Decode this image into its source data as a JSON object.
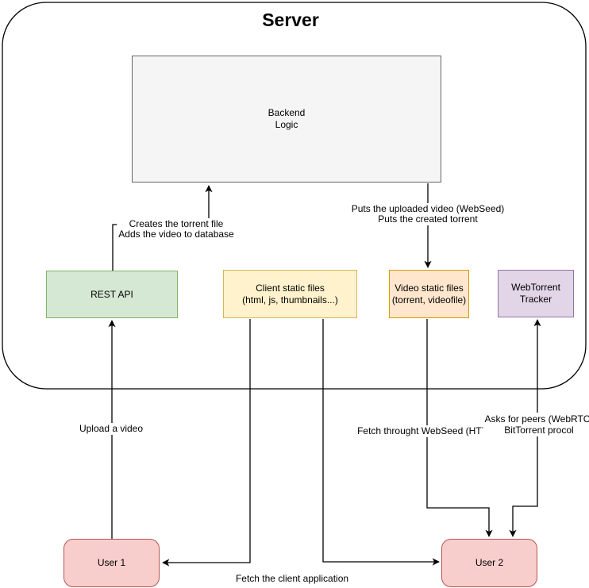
{
  "title": "Server",
  "nodes": {
    "backend": {
      "lines": [
        "Backend",
        "Logic"
      ]
    },
    "rest_api": {
      "lines": [
        "REST API"
      ]
    },
    "client_static": {
      "lines": [
        "Client static files",
        "(html, js, thumbnails...)"
      ]
    },
    "video_static": {
      "lines": [
        "Video static files",
        "(torrent, videofile)"
      ]
    },
    "webtorrent_tracker": {
      "lines": [
        "WebTorrent",
        "Tracker"
      ]
    },
    "user1": {
      "lines": [
        "User 1"
      ]
    },
    "user2": {
      "lines": [
        "User 2"
      ]
    }
  },
  "edges": [
    {
      "id": "upload",
      "from": "user1",
      "to": "rest_api",
      "lines": [
        "Upload a video"
      ]
    },
    {
      "id": "creates",
      "from": "rest_api",
      "to": "backend",
      "lines": [
        "Creates the torrent file",
        "Adds the video to database"
      ]
    },
    {
      "id": "puts",
      "from": "backend",
      "to": "video_static",
      "lines": [
        "Puts the uploaded video (WebSeed)",
        "Puts the created torrent"
      ]
    },
    {
      "id": "fetch_client",
      "from": "client_static",
      "to": "user1",
      "lines": [
        "Fetch the client application"
      ]
    },
    {
      "id": "client_to_user2",
      "from": "client_static",
      "to": "user2",
      "lines": []
    },
    {
      "id": "fetch_webseed",
      "from": "video_static",
      "to": "user2",
      "lines": [
        "Fetch throught WebSeed (HTTP)"
      ]
    },
    {
      "id": "peers",
      "from": "user2",
      "to": "webtorrent_tracker",
      "bidirectional": true,
      "lines": [
        "Asks for peers (WebRTC)",
        "BitTorrent procol"
      ]
    }
  ],
  "colors": {
    "canvas_bg": "#ffffff",
    "line": "#000000",
    "backend_fill": "#f5f5f5",
    "backend_stroke": "#666666",
    "rest_fill": "#d5e8d4",
    "rest_stroke": "#82b366",
    "client_fill": "#fff2cc",
    "client_stroke": "#d6b656",
    "video_fill": "#ffe6cc",
    "video_stroke": "#d79b00",
    "tracker_fill": "#e1d5e7",
    "tracker_stroke": "#9673a6",
    "user_fill": "#f8cecc",
    "user_stroke": "#b85450"
  }
}
